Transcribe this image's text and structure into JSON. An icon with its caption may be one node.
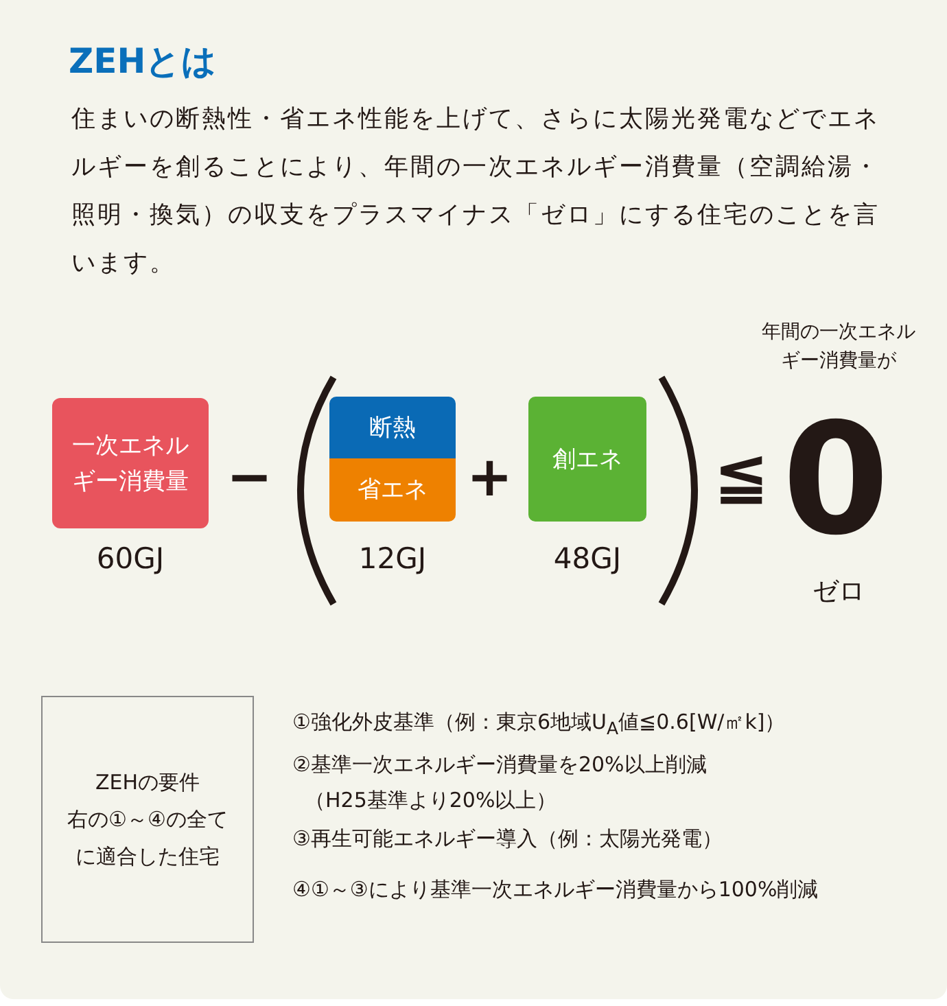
{
  "diagram": {
    "title": "ZEHとは",
    "nodes": [
      {
        "text": [
          "一次エネルギー消費量"
        ],
        "beside": [
          "60GJ"
        ]
      },
      {
        "text": [
          "断熱"
        ]
      },
      {
        "text": [
          "省エネ"
        ],
        "beside": [
          "12GJ"
        ]
      },
      {
        "text": [
          "創エネ"
        ],
        "beside": [
          "48GJ"
        ]
      },
      {
        "text": [
          "ZEHの要件",
          "右の①～④の全てに適合した住宅"
        ]
      }
    ],
    "edges": [],
    "labels": [
      "住まいの断熱性・省エネ性能を上げて、さらに太陽光発電などでエネルギーを創ることにより、年間の一次エネルギー消費量（空調給湯・照明・換気）の収支をプラスマイナス「ゼロ」にする住宅のことを言います。",
      "年間の一次エネルギー消費量が",
      "−",
      "+",
      "≦",
      "0",
      "ゼロ",
      "①強化外皮基準（例：東京6地域U$_{A}$値≦0.6[W/㎡k]）",
      "②基準一次エネルギー消費量を20%以上削減",
      "（H25基準より20%以上）",
      "③再生可能エネルギー導入（例：太陽光発電）",
      "④①～③により基準一次エネルギー消費量から100%削減"
    ]
  }
}
